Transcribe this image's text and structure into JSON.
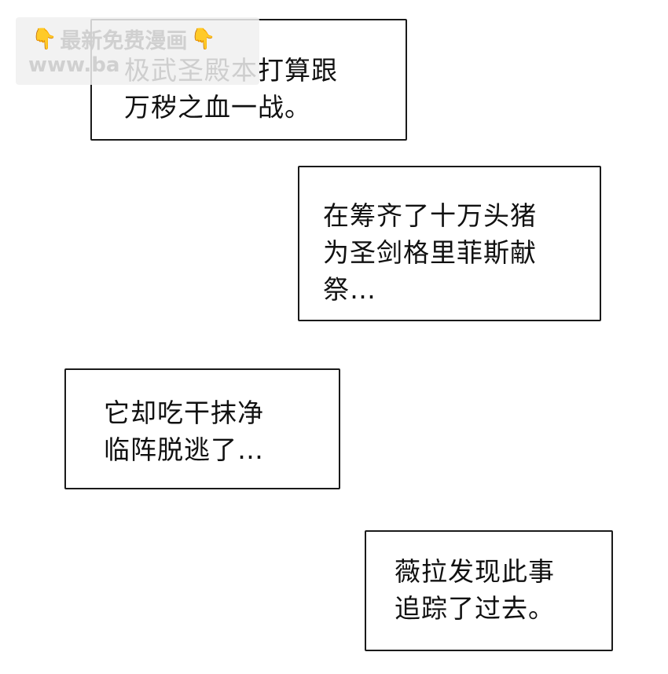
{
  "watermark": {
    "title": "最新免费漫画",
    "url": "www.ba",
    "hand_icon": "pointing-down-hand-icon"
  },
  "captions": [
    {
      "lines": "极武圣殿本打算跟\n万秽之血一战。"
    },
    {
      "lines": "在筹齐了十万头猪\n为圣剑格里菲斯献\n祭…"
    },
    {
      "lines": "它却吃干抹净\n临阵脱逃了…"
    },
    {
      "lines": "薇拉发现此事\n追踪了过去。"
    }
  ]
}
